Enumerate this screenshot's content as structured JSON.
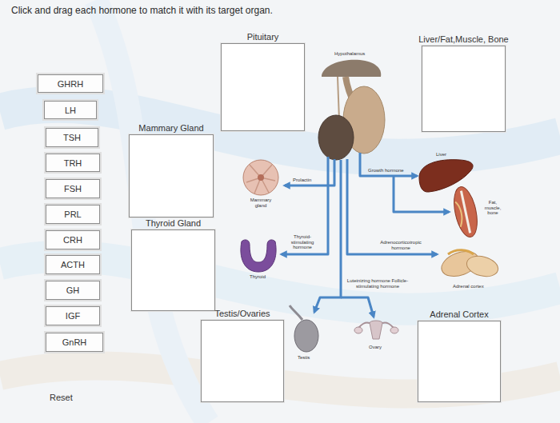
{
  "diagram": {
    "title": "Click and drag each hormone to match it with its target organ.",
    "nodes": [
      {
        "text": [
          "Pituitary"
        ]
      },
      {
        "text": [
          "Liver/Fat,Muscle, Bone"
        ]
      },
      {
        "text": [
          "GHRH"
        ]
      },
      {
        "text": [
          "LH"
        ]
      },
      {
        "text": [
          "TSH"
        ]
      },
      {
        "text": [
          "TRH"
        ]
      },
      {
        "text": [
          "FSH"
        ]
      },
      {
        "text": [
          "PRL"
        ]
      },
      {
        "text": [
          "CRH"
        ]
      },
      {
        "text": [
          "ACTH"
        ]
      },
      {
        "text": [
          "GH"
        ]
      },
      {
        "text": [
          "IGF"
        ]
      },
      {
        "text": [
          "GnRH"
        ]
      },
      {
        "text": [
          "Mammary Gland"
        ]
      },
      {
        "text": [
          "Thyroid Gland"
        ]
      },
      {
        "text": [
          "Testis/Ovaries"
        ]
      },
      {
        "text": [
          "Adrenal Cortex"
        ]
      }
    ],
    "labels": [
      "Reset",
      "Hypothalamus",
      "Growth hormone",
      "Liver",
      "Prolactin",
      "Mammary gland",
      "Fat, muscle, bone",
      "Thyroid-stimulating hormone",
      "Thyroid",
      "Adrenocorticotropic hormone",
      "Adrenal cortex",
      "Luteinizing hormone Follicle-stimulating hormone",
      "Testis",
      "Ovary"
    ]
  }
}
